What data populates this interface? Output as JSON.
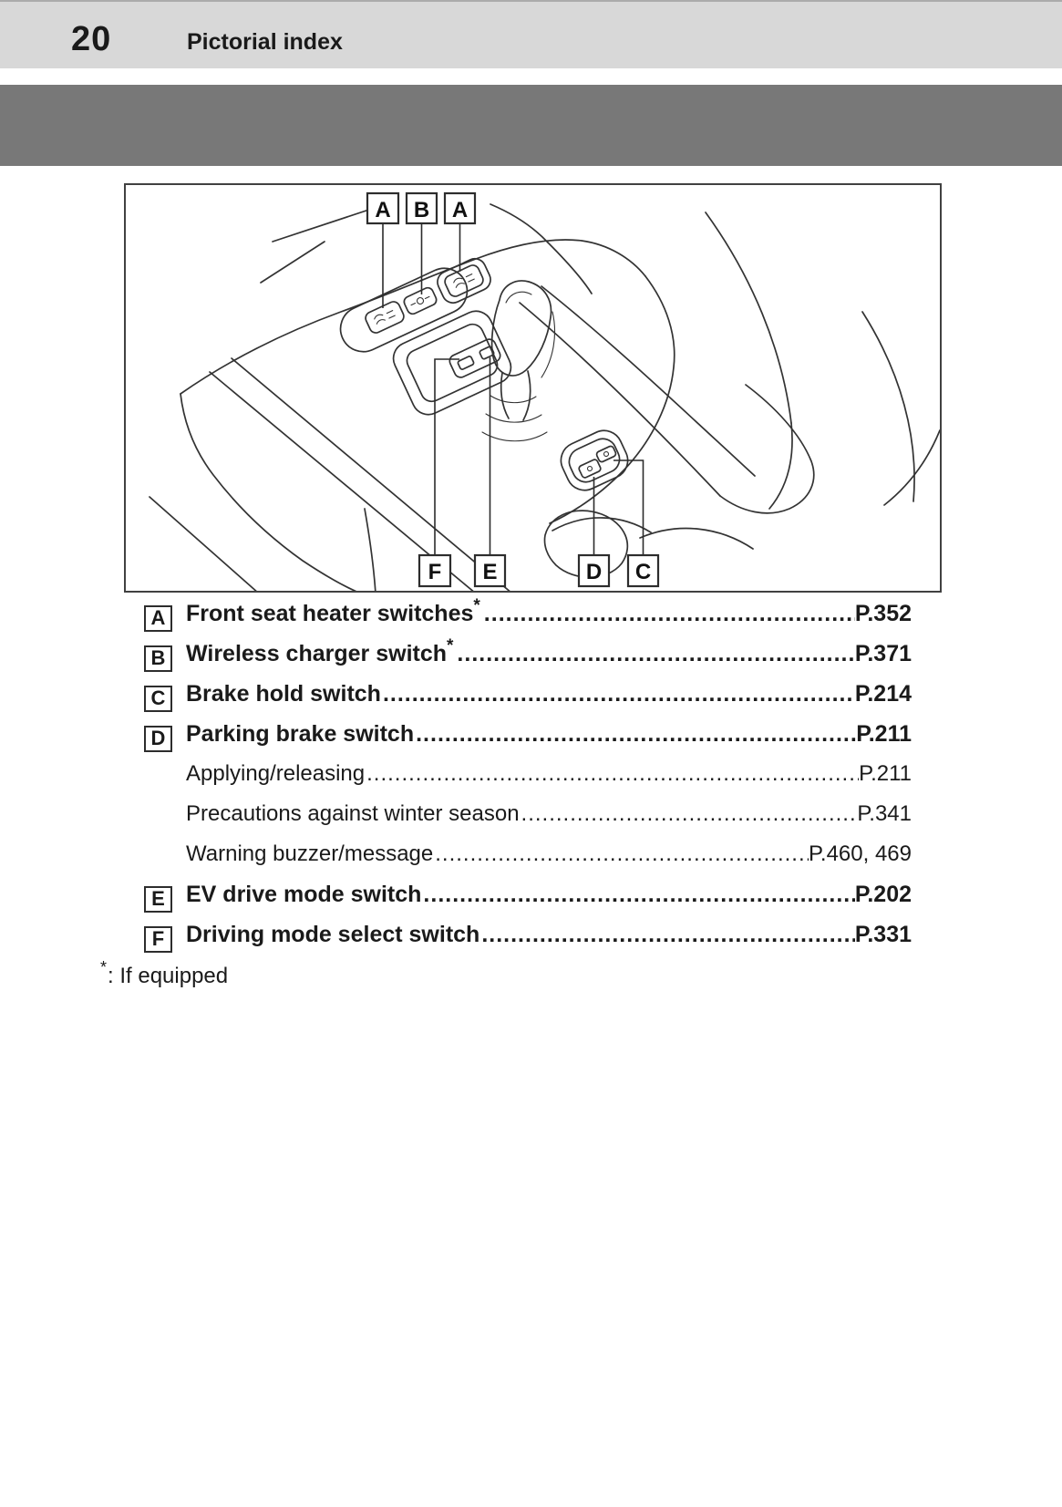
{
  "header": {
    "page_number": "20",
    "section_title": "Pictorial index"
  },
  "colors": {
    "header_band": "#d8d8d8",
    "chapter_band": "#787878",
    "text": "#1a1a1a",
    "line": "#333333"
  },
  "diagram": {
    "description": "Line drawing of center console with shift lever and switches",
    "top_labels": [
      "A",
      "B",
      "A"
    ],
    "bottom_labels": [
      "F",
      "E",
      "D",
      "C"
    ]
  },
  "index": {
    "entries": [
      {
        "label": "A",
        "title": "Front seat heater switches",
        "asterisk": true,
        "page": "P.352"
      },
      {
        "label": "B",
        "title": "Wireless charger switch",
        "asterisk": true,
        "page": "P.371"
      },
      {
        "label": "C",
        "title": "Brake hold switch",
        "page": "P.214"
      },
      {
        "label": "D",
        "title": "Parking brake switch",
        "page": "P.211"
      },
      {
        "title": "Applying/releasing",
        "sub": true,
        "page": "P.211"
      },
      {
        "title": "Precautions against winter season",
        "sub": true,
        "page": "P.341"
      },
      {
        "title": "Warning buzzer/message",
        "sub": true,
        "page": "P.460, 469"
      },
      {
        "label": "E",
        "title": "EV drive mode switch",
        "page": "P.202"
      },
      {
        "label": "F",
        "title": "Driving mode select switch",
        "page": "P.331"
      }
    ],
    "footnote": {
      "symbol": "*",
      "text": ": If equipped"
    }
  }
}
